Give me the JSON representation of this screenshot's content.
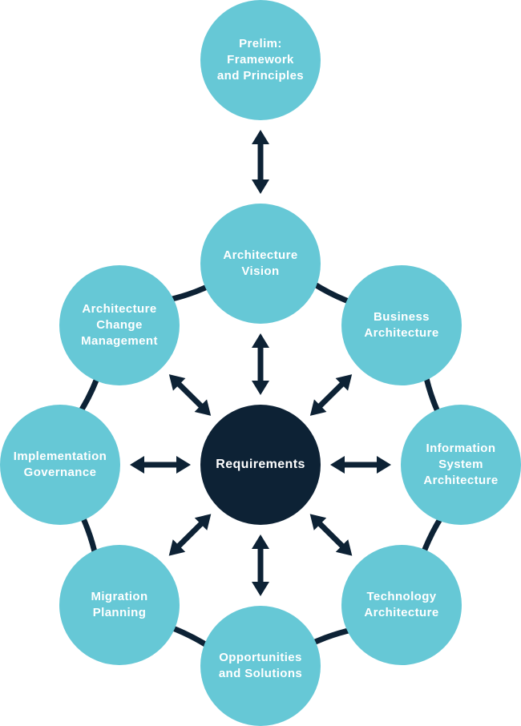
{
  "colors": {
    "node_fill": "#66C8D6",
    "center_fill": "#0D2235",
    "node_text": "#FFFFFF",
    "arrow": "#0D2235",
    "background": "#FFFFFF"
  },
  "diagram": {
    "nodes": [
      {
        "id": "prelim",
        "label": "Prelim:\nFramework\nand Principles"
      },
      {
        "id": "vision",
        "label": "Architecture\nVision"
      },
      {
        "id": "business",
        "label": "Business\nArchitecture"
      },
      {
        "id": "infosys",
        "label": "Information\nSystem\nArchitecture"
      },
      {
        "id": "technology",
        "label": "Technology\nArchitecture"
      },
      {
        "id": "opportunities",
        "label": "Opportunities\nand Solutions"
      },
      {
        "id": "migration",
        "label": "Migration\nPlanning"
      },
      {
        "id": "governance",
        "label": "Implementation\nGovernance"
      },
      {
        "id": "change",
        "label": "Architecture\nChange\nManagement"
      },
      {
        "id": "requirements",
        "label": "Requirements"
      }
    ],
    "cycle_edges": [
      {
        "from": "vision",
        "to": "business"
      },
      {
        "from": "business",
        "to": "infosys"
      },
      {
        "from": "infosys",
        "to": "technology"
      },
      {
        "from": "technology",
        "to": "opportunities"
      },
      {
        "from": "opportunities",
        "to": "migration"
      },
      {
        "from": "migration",
        "to": "governance"
      },
      {
        "from": "governance",
        "to": "change"
      },
      {
        "from": "change",
        "to": "vision"
      }
    ],
    "bidirectional_edges": [
      {
        "a": "prelim",
        "b": "vision"
      },
      {
        "a": "requirements",
        "b": "vision"
      },
      {
        "a": "requirements",
        "b": "business"
      },
      {
        "a": "requirements",
        "b": "infosys"
      },
      {
        "a": "requirements",
        "b": "technology"
      },
      {
        "a": "requirements",
        "b": "opportunities"
      },
      {
        "a": "requirements",
        "b": "migration"
      },
      {
        "a": "requirements",
        "b": "governance"
      },
      {
        "a": "requirements",
        "b": "change"
      }
    ]
  }
}
